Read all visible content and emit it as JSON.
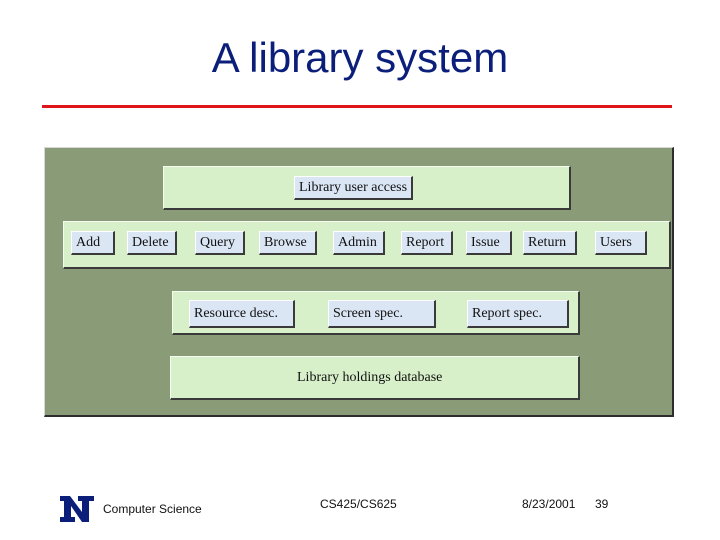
{
  "slide": {
    "title": "A library system"
  },
  "diagram": {
    "top_layer": {
      "label": "Library user  access"
    },
    "operations": [
      "Add",
      "Delete",
      "Query",
      "Browse",
      "Admin",
      "Report",
      "Issue",
      "Return",
      "Users"
    ],
    "specs": [
      "Resource desc.",
      "Screen spec.",
      "Report spec."
    ],
    "database": {
      "label": "Library holdings database"
    },
    "colors": {
      "panel": "#8a9b78",
      "layer": "#d7f0c9",
      "chip": "#dbe6f5",
      "title": "#0b1f7a",
      "rule": "#e0151a"
    }
  },
  "footer": {
    "logo_icon": "university-n-logo-icon",
    "department": "Computer Science",
    "course": "CS425/CS625",
    "date": "8/23/2001",
    "page": "39"
  }
}
